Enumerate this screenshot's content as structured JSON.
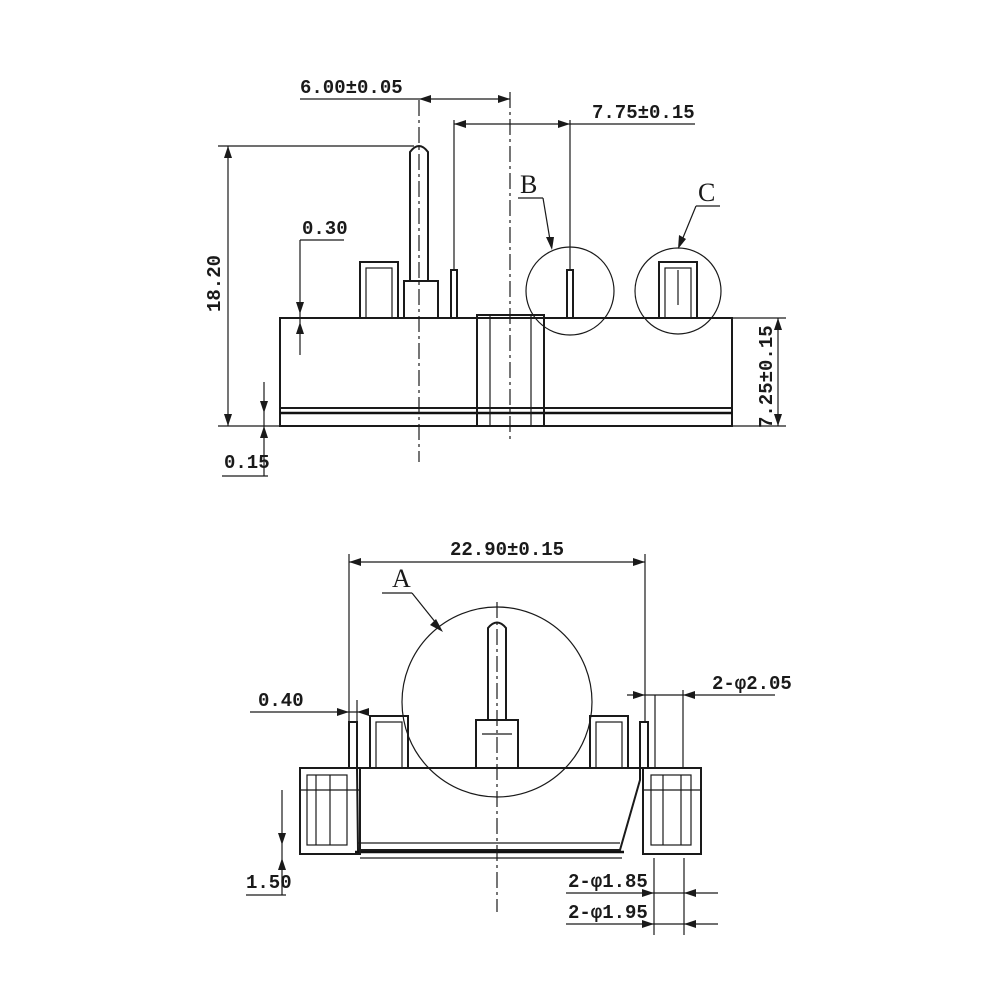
{
  "dimensions": {
    "pin_offset": "6.00±0.05",
    "pin_pitch": "7.75±0.15",
    "total_height": "18.20",
    "step": "0.30",
    "body_height": "7.25±0.15",
    "base_gap": "0.15",
    "width": "22.90±0.15",
    "tab_thickness": "0.40",
    "hole_large": "2-φ2.05",
    "foot_height": "1.50",
    "hole_small_a": "2-φ1.85",
    "hole_small_b": "2-φ1.95"
  },
  "details": {
    "a": "A",
    "b": "B",
    "c": "C"
  }
}
